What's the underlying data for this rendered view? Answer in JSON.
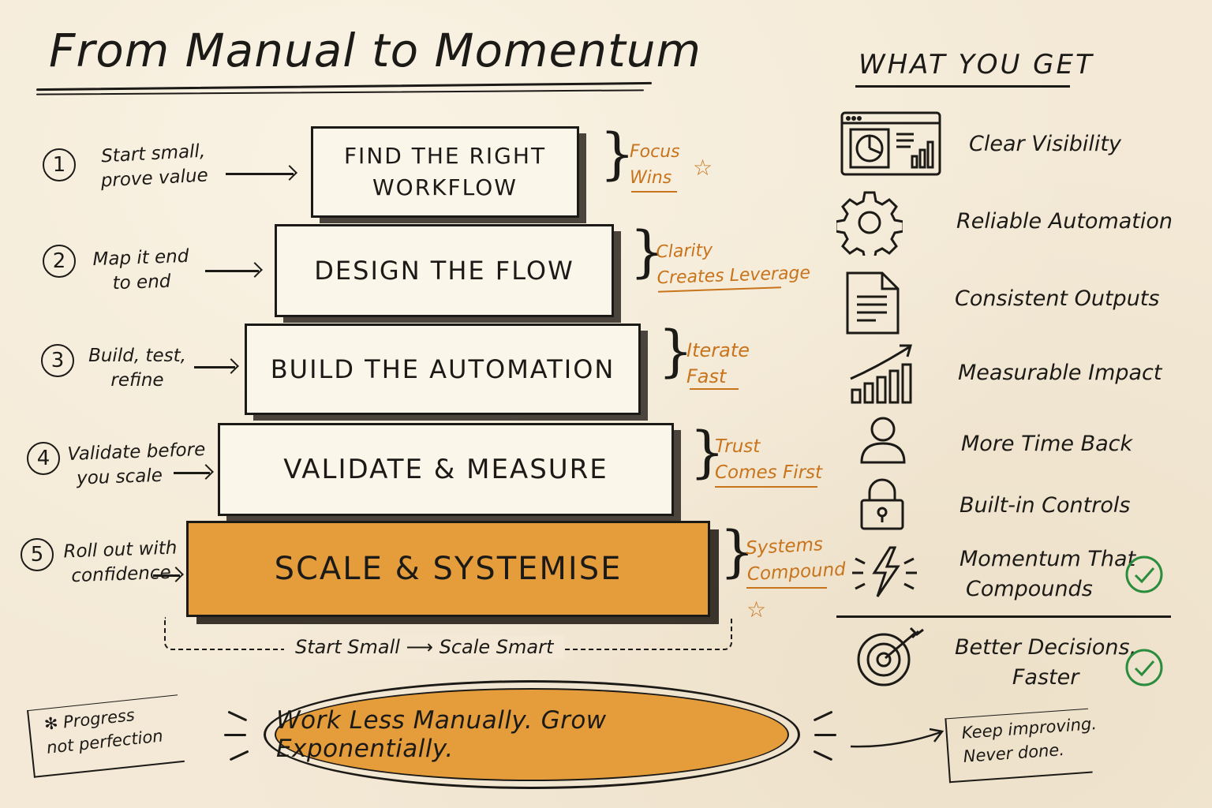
{
  "title": "From Manual to Momentum",
  "colors": {
    "accent": "#e59d3c",
    "accent_text": "#c8741c",
    "ink": "#1c1a17",
    "paper": "#f3e9d6",
    "check": "#2a8c3c"
  },
  "steps": [
    {
      "number": "1",
      "note_line1": "Start small,",
      "note_line2": "prove value",
      "block_line1": "FIND THE RIGHT",
      "block_line2": "WORKFLOW",
      "tag_line1": "Focus",
      "tag_line2": "Wins"
    },
    {
      "number": "2",
      "note_line1": "Map it end",
      "note_line2": "to end",
      "block_line1": "DESIGN THE FLOW",
      "block_line2": "",
      "tag_line1": "Clarity",
      "tag_line2": "Creates Leverage"
    },
    {
      "number": "3",
      "note_line1": "Build, test,",
      "note_line2": "refine",
      "block_line1": "BUILD THE AUTOMATION",
      "block_line2": "",
      "tag_line1": "Iterate",
      "tag_line2": "Fast"
    },
    {
      "number": "4",
      "note_line1": "Validate before",
      "note_line2": "you scale",
      "block_line1": "VALIDATE & MEASURE",
      "block_line2": "",
      "tag_line1": "Trust",
      "tag_line2": "Comes First"
    },
    {
      "number": "5",
      "note_line1": "Roll out with",
      "note_line2": "confidence",
      "block_line1": "SCALE & SYSTEMISE",
      "block_line2": "",
      "tag_line1": "Systems",
      "tag_line2": "Compound"
    }
  ],
  "path_label": "Start Small ⟶ Scale Smart",
  "what_you_get": {
    "title": "WHAT YOU GET",
    "items": [
      {
        "icon": "dashboard-icon",
        "label": "Clear Visibility"
      },
      {
        "icon": "gear-icon",
        "label": "Reliable Automation"
      },
      {
        "icon": "document-icon",
        "label": "Consistent Outputs"
      },
      {
        "icon": "growth-chart-icon",
        "label": "Measurable Impact"
      },
      {
        "icon": "person-icon",
        "label": "More Time Back"
      },
      {
        "icon": "lock-icon",
        "label": "Built-in Controls"
      },
      {
        "icon": "lightning-icon",
        "label_line1": "Momentum That",
        "label_line2": "Compounds"
      },
      {
        "icon": "target-icon",
        "label_line1": "Better Decisions,",
        "label_line2": "Faster"
      }
    ]
  },
  "bottom": {
    "left_note_line1": "Progress",
    "left_note_line2": "not perfection",
    "tagline": "Work Less Manually. Grow Exponentially.",
    "right_note_line1": "Keep improving.",
    "right_note_line2": "Never done."
  }
}
